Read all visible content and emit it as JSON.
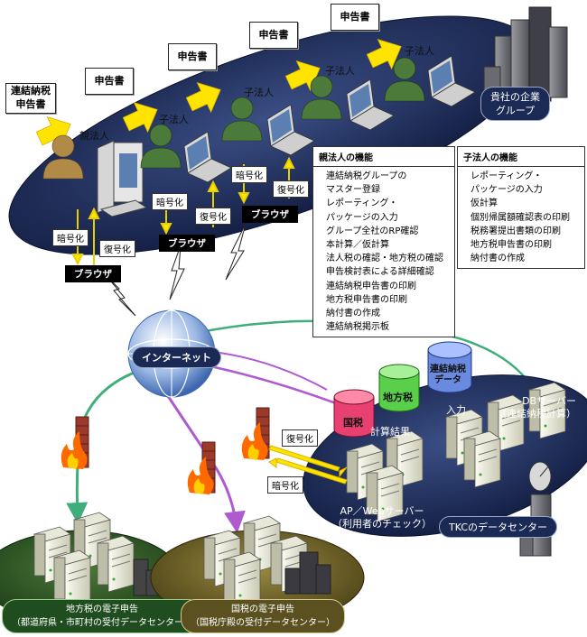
{
  "docs": {
    "consolidated": "連結納税\n申告書",
    "filing": "申告書"
  },
  "roles": {
    "parent": "親法人",
    "child": "子法人"
  },
  "arrows": {
    "encrypt": "暗号化",
    "decrypt": "復号化"
  },
  "browser": "ブラウザ",
  "group_badge": "貴社の企業\nグループ",
  "parent_panel": {
    "title": "親法人の機能",
    "items": [
      "連結納税グループの\nマスター登録",
      "レポーティング・\nパッケージの入力",
      "グループ全社のRP確認",
      "本計算／仮計算",
      "法人税の確認・地方税の確認",
      "申告検討表による詳細確認",
      "連結納税申告書の印刷",
      "地方税申告書の印刷",
      "納付書の作成",
      "連結納税掲示板"
    ]
  },
  "child_panel": {
    "title": "子法人の機能",
    "items": [
      "レポーティング・\nパッケージの入力",
      "仮計算",
      "個別帰属額確認表の印刷",
      "税務署提出書類の印刷",
      "地方税申告書の印刷",
      "納付書の作成"
    ]
  },
  "internet": "インターネット",
  "db": {
    "national": "国税",
    "local": "地方税",
    "consolidated": "連結納税\nデータ",
    "calc": "計算結果",
    "input": "入力"
  },
  "db_server": "DBサーバー\n（連結納税計算）",
  "ap_server": "AP／Webサーバー\n（利用者のチェック）",
  "tkc": "TKCのデータセンター",
  "local_filing": "地方税の電子申告\n（都道府県・市町村の受付データセンター）",
  "national_filing": "国税の電子申告\n（国税庁殿の受付データセンター）",
  "colors": {
    "navy": "#1b2a55",
    "green": "#1f4d1f",
    "olive": "#5a5020",
    "yellow": "#ffe400"
  },
  "icons": [
    "document-icon",
    "person-icon",
    "laptop-icon",
    "building-icon",
    "globe-icon",
    "firewall-icon",
    "server-icon",
    "database-icon",
    "satellite-dish-icon"
  ]
}
